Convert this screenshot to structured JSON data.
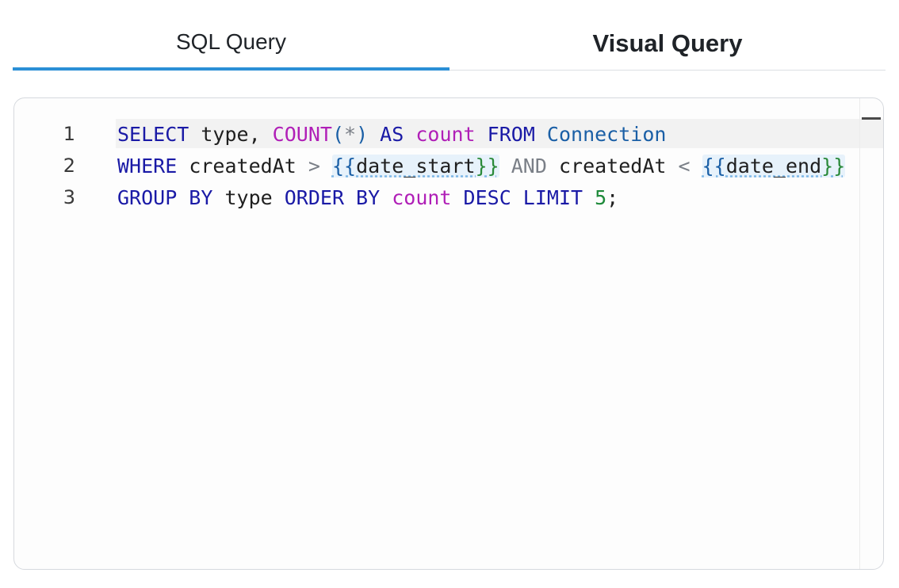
{
  "tabs": {
    "sql_label": "SQL Query",
    "visual_label": "Visual Query",
    "active": "sql"
  },
  "editor": {
    "line_numbers": [
      "1",
      "2",
      "3"
    ],
    "line1": {
      "select": "SELECT",
      "type": " type, ",
      "count_fn": "COUNT",
      "paren_open": "(",
      "star": "*",
      "paren_close": ")",
      "as": " AS ",
      "count_alias": "count",
      "from": " FROM ",
      "table": "Connection"
    },
    "line2": {
      "where": "WHERE",
      "created_at_1": " createdAt ",
      "gt": ">",
      "space1": " ",
      "open1": "{{",
      "param1": "date_start",
      "close1": "}}",
      "and": " AND ",
      "created_at_2": "createdAt ",
      "lt": "<",
      "space2": " ",
      "open2": "{{",
      "param2": "date_end",
      "close2": "}}"
    },
    "line3": {
      "group_by": "GROUP BY",
      "type": " type ",
      "order_by": "ORDER BY",
      "space": " ",
      "count_alias": "count",
      "desc_limit": " DESC LIMIT ",
      "limit_value": "5",
      "semicolon": ";"
    }
  },
  "colors": {
    "tab_indicator": "#2b8fd6",
    "keyword": "#1a1aa6",
    "function": "#b01fb7",
    "number": "#1e8a3a"
  }
}
